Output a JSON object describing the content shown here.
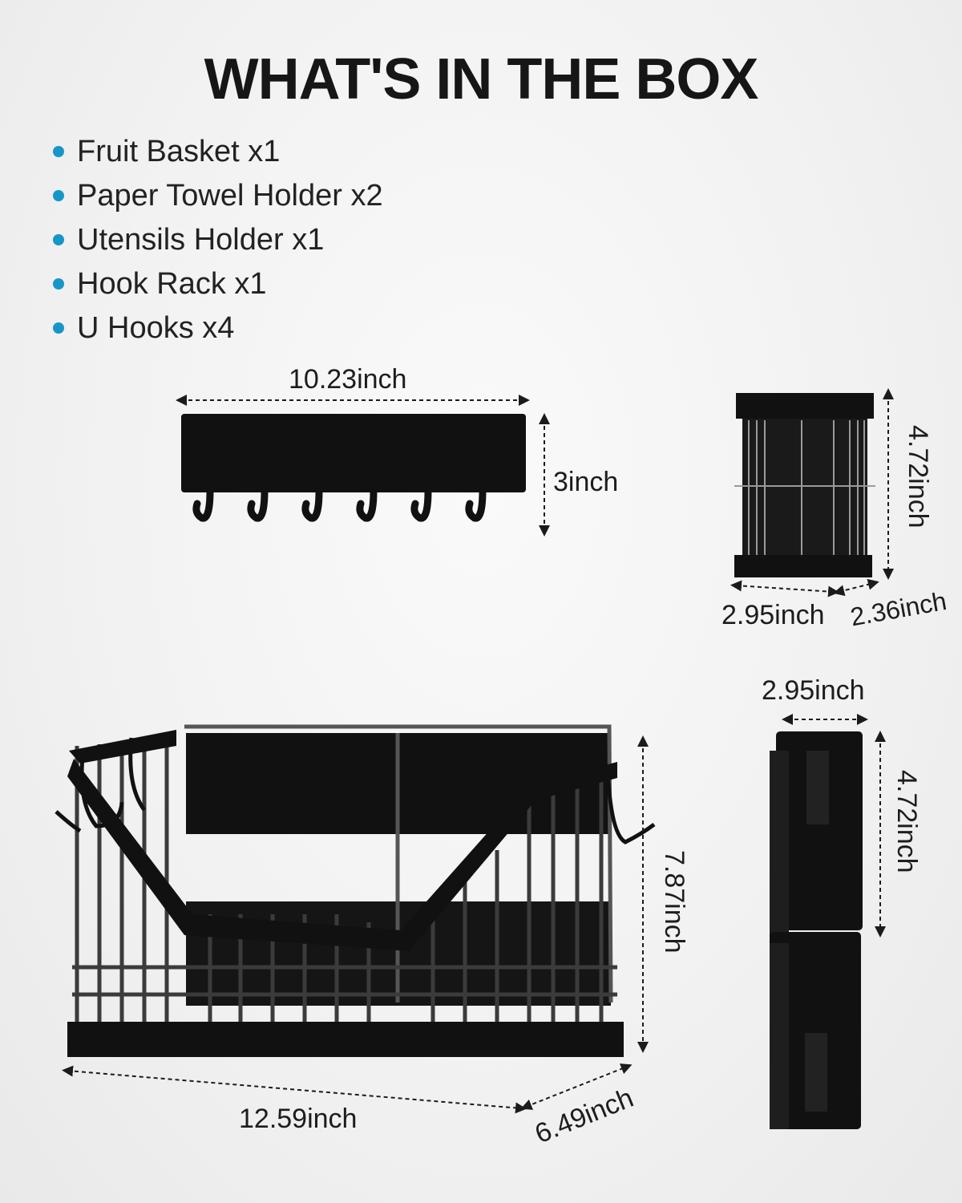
{
  "title": "WHAT'S IN THE BOX",
  "items": [
    {
      "label": "Fruit Basket x1"
    },
    {
      "label": "Paper Towel Holder x2"
    },
    {
      "label": "Utensils Holder x1"
    },
    {
      "label": "Hook Rack x1"
    },
    {
      "label": "U Hooks x4"
    }
  ],
  "colors": {
    "bullet": "#1696c8",
    "product": "#111111"
  },
  "dimensions": {
    "hook_rack": {
      "width": "10.23inch",
      "height": "3inch"
    },
    "utensils_holder": {
      "height": "4.72inch",
      "width": "2.95inch",
      "depth": "2.36inch"
    },
    "paper_towel_holder": {
      "width": "2.95inch",
      "height": "4.72inch"
    },
    "fruit_basket": {
      "height": "7.87inch",
      "width": "12.59inch",
      "depth": "6.49inch"
    }
  }
}
